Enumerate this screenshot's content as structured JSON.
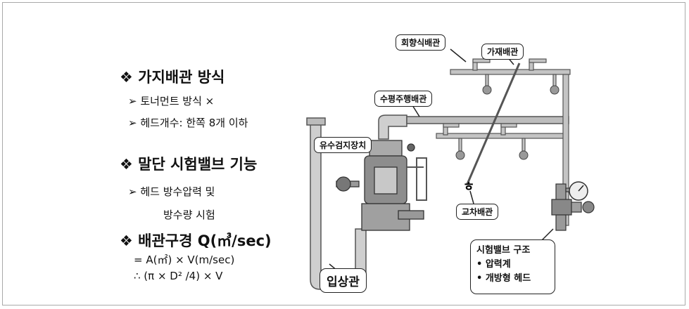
{
  "left_text": {
    "heading1": "❖ 가지배관 방식",
    "bullet1a": "➢ 토너먼트 방식 ×",
    "bullet1b": "➢ 헤드개수: 한쪽 8개 이하",
    "heading2": "❖ 말단 시험밸브 기능",
    "bullet2a": "➢ 헤드 방수압력 및",
    "bullet2b": "방수량 시험",
    "heading3": "❖ 배관구경 Q(㎥/sec)",
    "formula1": "= A(㎡) × V(m/sec)",
    "formula2": "∴ (π × D² /4) × V"
  },
  "labels": {
    "return_pipe": "회향식배관",
    "branch_pipe": "가재배관",
    "horizontal_pipe": "수평주행배관",
    "flow_detector": "유수검지장치",
    "cross_pipe": "교차배관",
    "riser": "입상관",
    "test_valve_title": "시험밸브 구조",
    "test_valve_item1": "• 압력계",
    "test_valve_item2": "• 개방형 헤드"
  }
}
